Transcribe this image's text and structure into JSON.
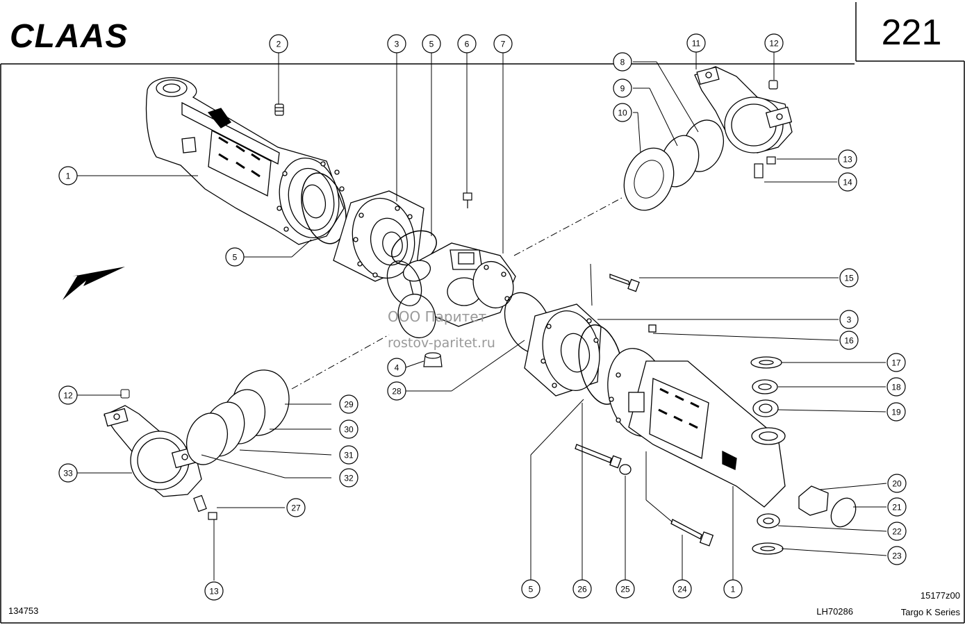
{
  "header": {
    "brand": "CLAAS",
    "page_number": "221"
  },
  "footer": {
    "left_code": "134753",
    "center_code": "LH70286",
    "right_code": "15177z00",
    "series": "Targo K Series"
  },
  "watermark": {
    "line1": "ООО Паритет",
    "line2": "rostov-paritet.ru"
  },
  "callouts": [
    {
      "id": "c1a",
      "label": "1"
    },
    {
      "id": "c2",
      "label": "2"
    },
    {
      "id": "c3a",
      "label": "3"
    },
    {
      "id": "c5a",
      "label": "5"
    },
    {
      "id": "c6",
      "label": "6"
    },
    {
      "id": "c7",
      "label": "7"
    },
    {
      "id": "c11",
      "label": "11"
    },
    {
      "id": "c12a",
      "label": "12"
    },
    {
      "id": "c8",
      "label": "8"
    },
    {
      "id": "c9",
      "label": "9"
    },
    {
      "id": "c10",
      "label": "10"
    },
    {
      "id": "c13a",
      "label": "13"
    },
    {
      "id": "c14",
      "label": "14"
    },
    {
      "id": "c5b",
      "label": "5"
    },
    {
      "id": "c15",
      "label": "15"
    },
    {
      "id": "c3b",
      "label": "3"
    },
    {
      "id": "c16",
      "label": "16"
    },
    {
      "id": "c4",
      "label": "4"
    },
    {
      "id": "c28",
      "label": "28"
    },
    {
      "id": "c17",
      "label": "17"
    },
    {
      "id": "c18",
      "label": "18"
    },
    {
      "id": "c19",
      "label": "19"
    },
    {
      "id": "c12b",
      "label": "12"
    },
    {
      "id": "c29",
      "label": "29"
    },
    {
      "id": "c30",
      "label": "30"
    },
    {
      "id": "c31",
      "label": "31"
    },
    {
      "id": "c32",
      "label": "32"
    },
    {
      "id": "c33",
      "label": "33"
    },
    {
      "id": "c27",
      "label": "27"
    },
    {
      "id": "c13b",
      "label": "13"
    },
    {
      "id": "c20",
      "label": "20"
    },
    {
      "id": "c21",
      "label": "21"
    },
    {
      "id": "c22",
      "label": "22"
    },
    {
      "id": "c23",
      "label": "23"
    },
    {
      "id": "c5c",
      "label": "5"
    },
    {
      "id": "c26",
      "label": "26"
    },
    {
      "id": "c25",
      "label": "25"
    },
    {
      "id": "c24",
      "label": "24"
    },
    {
      "id": "c1b",
      "label": "1"
    }
  ]
}
